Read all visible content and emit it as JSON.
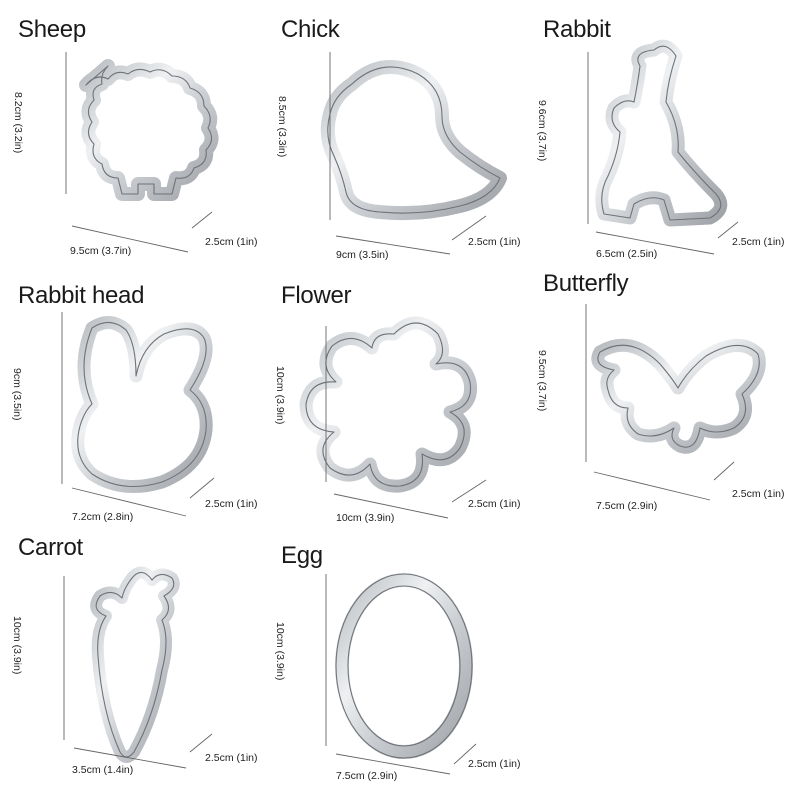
{
  "items": [
    {
      "name": "Sheep",
      "height": "8.2cm (3.2in)",
      "width": "9.5cm (3.7in)",
      "depth": "2.5cm (1in)"
    },
    {
      "name": "Chick",
      "height": "8.5cm (3.3in)",
      "width": "9cm (3.5in)",
      "depth": "2.5cm (1in)"
    },
    {
      "name": "Rabbit",
      "height": "9.6cm (3.7in)",
      "width": "6.5cm (2.5in)",
      "depth": "2.5cm (1in)"
    },
    {
      "name": "Rabbit head",
      "height": "9cm (3.5in)",
      "width": "7.2cm (2.8in)",
      "depth": "2.5cm (1in)"
    },
    {
      "name": "Flower",
      "height": "10cm (3.9in)",
      "width": "10cm (3.9in)",
      "depth": "2.5cm (1in)"
    },
    {
      "name": "Butterfly",
      "height": "9.5cm (3.7in)",
      "width": "7.5cm (2.9in)",
      "depth": "2.5cm (1in)"
    },
    {
      "name": "Carrot",
      "height": "10cm (3.9in)",
      "width": "3.5cm (1.4in)",
      "depth": "2.5cm (1in)"
    },
    {
      "name": "Egg",
      "height": "10cm (3.9in)",
      "width": "7.5cm (2.9in)",
      "depth": "2.5cm (1in)"
    }
  ],
  "colors": {
    "steel_light": "#f4f5f6",
    "steel_dark": "#a9adb2",
    "text": "#1a1a1a"
  }
}
